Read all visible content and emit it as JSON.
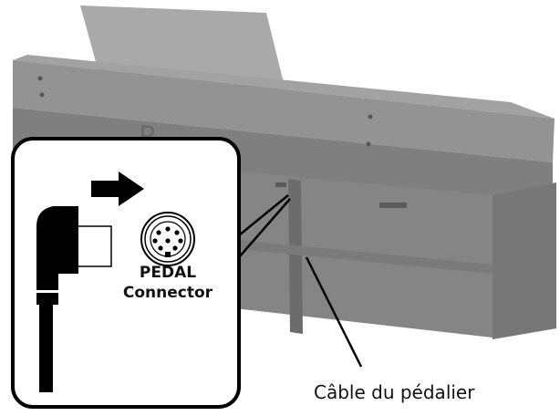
{
  "connector": {
    "line1": "PEDAL",
    "line2": "Connector"
  },
  "callout": {
    "cable_label": "Câble du pédalier"
  },
  "colors": {
    "organ_body": "#8d8d8d",
    "organ_dark": "#6e6e6e",
    "music_rest": "#a9a9a9",
    "inset_border": "#000000",
    "plug": "#000000"
  },
  "icons": {
    "arrow": "arrow-right-icon",
    "din_socket": "din-socket-icon",
    "plug": "pedal-plug-icon"
  }
}
